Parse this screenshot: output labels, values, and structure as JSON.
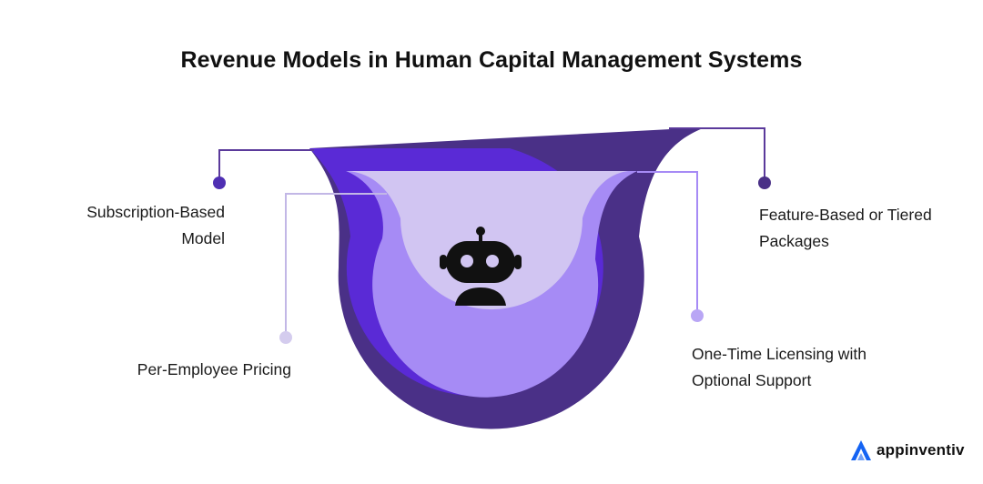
{
  "title": "Revenue Models in Human Capital Management Systems",
  "items": [
    {
      "key": "subscription",
      "lines": [
        "Subscription-Based",
        "Model"
      ]
    },
    {
      "key": "per_employee",
      "lines": [
        "Per-Employee Pricing"
      ]
    },
    {
      "key": "feature",
      "lines": [
        "Feature-Based or Tiered",
        "Packages"
      ]
    },
    {
      "key": "onetime",
      "lines": [
        "One-Time Licensing with",
        "Optional Support"
      ]
    }
  ],
  "brand": {
    "name": "appinventiv",
    "icon": "appinventiv-logo-icon"
  },
  "center_icon": "robot-icon",
  "colors": {
    "ring_dark": "#4A3087",
    "ring_mid": "#5A2AD6",
    "ring_light": "#A68BF5",
    "ring_core": "#D1C5F2",
    "connector_dark": "#5B3A9B",
    "connector_light": "#C2B7E6",
    "brand_blue": "#1463F3"
  }
}
